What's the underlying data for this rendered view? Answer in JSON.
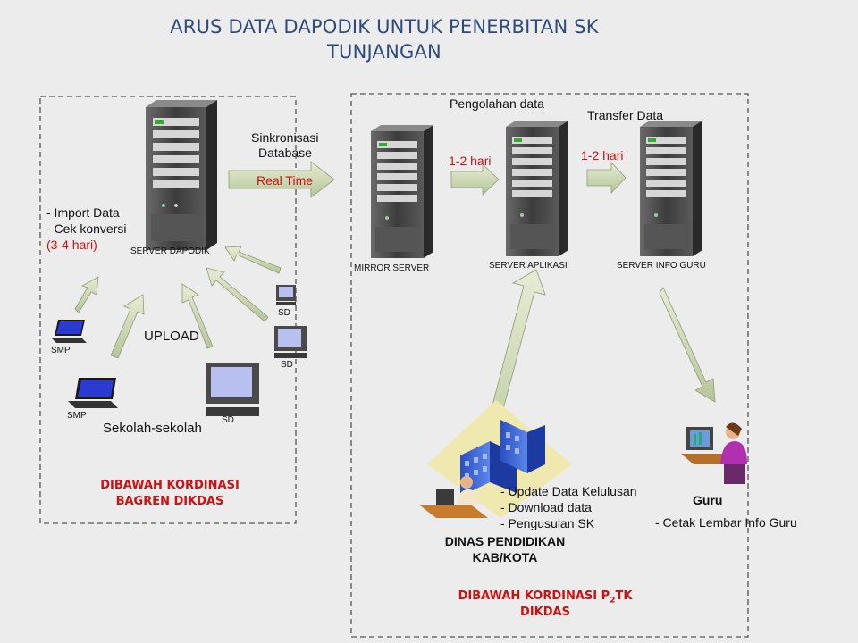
{
  "title": {
    "line1": "ARUS DATA DAPODIK UNTUK PENERBITAN SK",
    "line2": "TUNJANGAN"
  },
  "left_panel": {
    "server_label": "SERVER DAPODIK",
    "tasks": [
      "- Import Data",
      "- Cek konversi"
    ],
    "task_duration": "(3-4 hari)",
    "upload_label": "UPLOAD",
    "schools_label": "Sekolah-sekolah",
    "clients": [
      "SMP",
      "SMP",
      "SD",
      "SD",
      "SD"
    ],
    "coordination": [
      "DIBAWAH KORDINASI",
      "BAGREN DIKDAS"
    ]
  },
  "sync": {
    "label_line1": "Sinkronisasi",
    "label_line2": "Database",
    "mode": "Real Time"
  },
  "right_panel": {
    "processing_label": "Pengolahan data",
    "transfer_label": "Transfer Data",
    "duration_1": "1-2 hari",
    "duration_2": "1-2 hari",
    "servers": [
      "MIRROR SERVER",
      "SERVER APLIKASI",
      "SERVER INFO GURU"
    ],
    "dinas_tasks": [
      "- Update Data Kelulusan",
      "- Download data",
      "- Pengusulan SK"
    ],
    "dinas_label": [
      "DINAS PENDIDIKAN",
      "KAB/KOTA"
    ],
    "guru_label": "Guru",
    "guru_task": "- Cetak Lembar Info Guru",
    "coordination_line1_prefix": "DIBAWAH KORDINASI P",
    "coordination_line1_sub": "2",
    "coordination_line1_suffix": "TK",
    "coordination_line2": "DIKDAS"
  },
  "colors": {
    "title": "#2e4a7d",
    "red": "#d01010",
    "server": "#4a4a4a",
    "arrow": "#c8d4a8"
  }
}
